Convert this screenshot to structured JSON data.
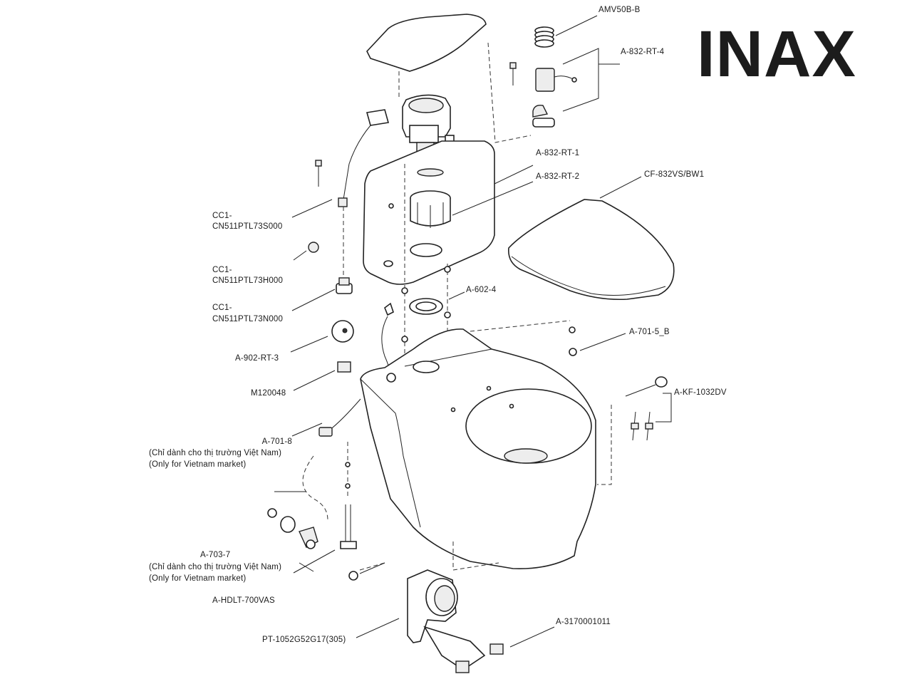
{
  "brand": "INAX",
  "labels": {
    "amv50b": "AMV50B-B",
    "a832rt4": "A-832-RT-4",
    "a832rt1": "A-832-RT-1",
    "a832rt2": "A-832-RT-2",
    "cf832": "CF-832VS/BW1",
    "cc1_s": [
      "CC1-",
      "CN511PTL73S000"
    ],
    "cc1_h": [
      "CC1-",
      "CN511PTL73H000"
    ],
    "cc1_n": [
      "CC1-",
      "CN511PTL73N000"
    ],
    "a6024": "A-602-4",
    "a7015": "A-701-5_B",
    "a902": "A-902-RT-3",
    "m120048": "M120048",
    "akf": "A-KF-1032DV",
    "a7018": [
      "A-701-8",
      "(Chỉ dành cho thị trường Việt Nam)",
      "(Only for Vietnam market)"
    ],
    "a7037": [
      "A-703-7",
      "(Chỉ dành cho thị trường Việt Nam)",
      "(Only for Vietnam market)"
    ],
    "ahdlt": "A-HDLT-700VAS",
    "pt1052": "PT-1052G52G17(305)",
    "a3170": "A-3170001011"
  }
}
